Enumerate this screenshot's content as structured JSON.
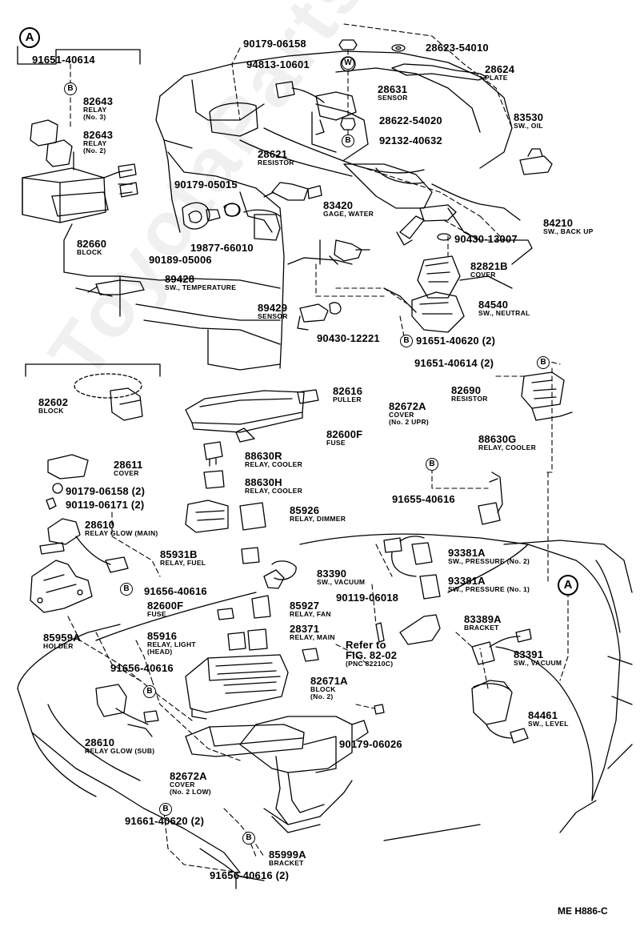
{
  "diagram": {
    "section_letter": "A",
    "section_letter_right": "A",
    "drawing_code": "ME H886-C",
    "watermark": "ToyotaPartsMini.ru",
    "badges": {
      "b": "B",
      "w": "W"
    },
    "parts": [
      {
        "id": "p01",
        "number": "91651-40614",
        "name": "",
        "note": ""
      },
      {
        "id": "p02",
        "number": "82643",
        "name": "RELAY",
        "note": "(No. 3)"
      },
      {
        "id": "p03",
        "number": "82643",
        "name": "RELAY",
        "note": "(No. 2)"
      },
      {
        "id": "p04",
        "number": "82660",
        "name": "BLOCK",
        "note": ""
      },
      {
        "id": "p05",
        "number": "90179-06158",
        "name": "",
        "note": ""
      },
      {
        "id": "p06",
        "number": "94813-10601",
        "name": "",
        "note": ""
      },
      {
        "id": "p07",
        "number": "28623-54010",
        "name": "",
        "note": ""
      },
      {
        "id": "p08",
        "number": "28624",
        "name": "PLATE",
        "note": ""
      },
      {
        "id": "p09",
        "number": "28631",
        "name": "SENSOR",
        "note": ""
      },
      {
        "id": "p10",
        "number": "28622-54020",
        "name": "",
        "note": ""
      },
      {
        "id": "p11",
        "number": "92132-40632",
        "name": "",
        "note": ""
      },
      {
        "id": "p12",
        "number": "83530",
        "name": "SW., OIL",
        "note": ""
      },
      {
        "id": "p13",
        "number": "28621",
        "name": "RESISTOR",
        "note": ""
      },
      {
        "id": "p14",
        "number": "90179-05015",
        "name": "",
        "note": ""
      },
      {
        "id": "p15",
        "number": "83420",
        "name": "GAGE, WATER",
        "note": ""
      },
      {
        "id": "p16",
        "number": "84210",
        "name": "SW., BACK UP",
        "note": ""
      },
      {
        "id": "p17",
        "number": "90430-13007",
        "name": "",
        "note": ""
      },
      {
        "id": "p18",
        "number": "19877-66010",
        "name": "",
        "note": ""
      },
      {
        "id": "p19",
        "number": "90189-05006",
        "name": "",
        "note": ""
      },
      {
        "id": "p20",
        "number": "82821B",
        "name": "COVER",
        "note": ""
      },
      {
        "id": "p21",
        "number": "89428",
        "name": "SW., TEMPERATURE",
        "note": ""
      },
      {
        "id": "p22",
        "number": "84540",
        "name": "SW., NEUTRAL",
        "note": ""
      },
      {
        "id": "p23",
        "number": "89429",
        "name": "SENSOR",
        "note": ""
      },
      {
        "id": "p24",
        "number": "90430-12221",
        "name": "",
        "note": ""
      },
      {
        "id": "p25",
        "number": "91651-40620 (2)",
        "name": "",
        "note": ""
      },
      {
        "id": "p26",
        "number": "91651-40614 (2)",
        "name": "",
        "note": ""
      },
      {
        "id": "p27",
        "number": "82602",
        "name": "BLOCK",
        "note": ""
      },
      {
        "id": "p28",
        "number": "82616",
        "name": "PULLER",
        "note": ""
      },
      {
        "id": "p29",
        "number": "82672A",
        "name": "COVER",
        "note": "(No. 2 UPR)"
      },
      {
        "id": "p30",
        "number": "82690",
        "name": "RESISTOR",
        "note": ""
      },
      {
        "id": "p31",
        "number": "82600F",
        "name": "FUSE",
        "note": ""
      },
      {
        "id": "p32",
        "number": "88630G",
        "name": "RELAY, COOLER",
        "note": ""
      },
      {
        "id": "p33",
        "number": "28611",
        "name": "COVER",
        "note": ""
      },
      {
        "id": "p34",
        "number": "88630R",
        "name": "RELAY, COOLER",
        "note": ""
      },
      {
        "id": "p35",
        "number": "88630H",
        "name": "RELAY, COOLER",
        "note": ""
      },
      {
        "id": "p36",
        "number": "90179-06158 (2)",
        "name": "",
        "note": ""
      },
      {
        "id": "p37",
        "number": "90119-06171 (2)",
        "name": "",
        "note": ""
      },
      {
        "id": "p38",
        "number": "91655-40616",
        "name": "",
        "note": ""
      },
      {
        "id": "p39",
        "number": "28610",
        "name": "RELAY GLOW (MAIN)",
        "note": ""
      },
      {
        "id": "p40",
        "number": "85926",
        "name": "RELAY, DIMMER",
        "note": ""
      },
      {
        "id": "p41",
        "number": "85931B",
        "name": "RELAY, FUEL",
        "note": ""
      },
      {
        "id": "p42",
        "number": "83390",
        "name": "SW., VACUUM",
        "note": ""
      },
      {
        "id": "p43",
        "number": "93381A",
        "name": "SW., PRESSURE (No. 2)",
        "note": ""
      },
      {
        "id": "p44",
        "number": "93381A",
        "name": "SW., PRESSURE (No. 1)",
        "note": ""
      },
      {
        "id": "p45",
        "number": "91656-40616",
        "name": "",
        "note": ""
      },
      {
        "id": "p46",
        "number": "90119-06018",
        "name": "",
        "note": ""
      },
      {
        "id": "p47",
        "number": "82600F",
        "name": "FUSE",
        "note": ""
      },
      {
        "id": "p48",
        "number": "85927",
        "name": "RELAY, FAN",
        "note": ""
      },
      {
        "id": "p49",
        "number": "83389A",
        "name": "BRACKET",
        "note": ""
      },
      {
        "id": "p50",
        "number": "85959A",
        "name": "HOLDER",
        "note": ""
      },
      {
        "id": "p51",
        "number": "85916",
        "name": "RELAY, LIGHT",
        "note": "(HEAD)"
      },
      {
        "id": "p52",
        "number": "28371",
        "name": "RELAY, MAIN",
        "note": ""
      },
      {
        "id": "p53",
        "number": "Refer to",
        "name": "FIG. 82-02",
        "note": "(PNC 82210C)"
      },
      {
        "id": "p54",
        "number": "83391",
        "name": "SW., VACUUM",
        "note": ""
      },
      {
        "id": "p55",
        "number": "91656-40616",
        "name": "",
        "note": ""
      },
      {
        "id": "p56",
        "number": "82671A",
        "name": "BLOCK",
        "note": "(No. 2)"
      },
      {
        "id": "p57",
        "number": "84461",
        "name": "SW., LEVEL",
        "note": ""
      },
      {
        "id": "p58",
        "number": "28610",
        "name": "RELAY GLOW (SUB)",
        "note": ""
      },
      {
        "id": "p59",
        "number": "90179-06026",
        "name": "",
        "note": ""
      },
      {
        "id": "p60",
        "number": "82672A",
        "name": "COVER",
        "note": "(No. 2 LOW)"
      },
      {
        "id": "p61",
        "number": "91661-40620 (2)",
        "name": "",
        "note": ""
      },
      {
        "id": "p62",
        "number": "85999A",
        "name": "BRACKET",
        "note": ""
      },
      {
        "id": "p63",
        "number": "91656-40616 (2)",
        "name": "",
        "note": ""
      }
    ]
  }
}
